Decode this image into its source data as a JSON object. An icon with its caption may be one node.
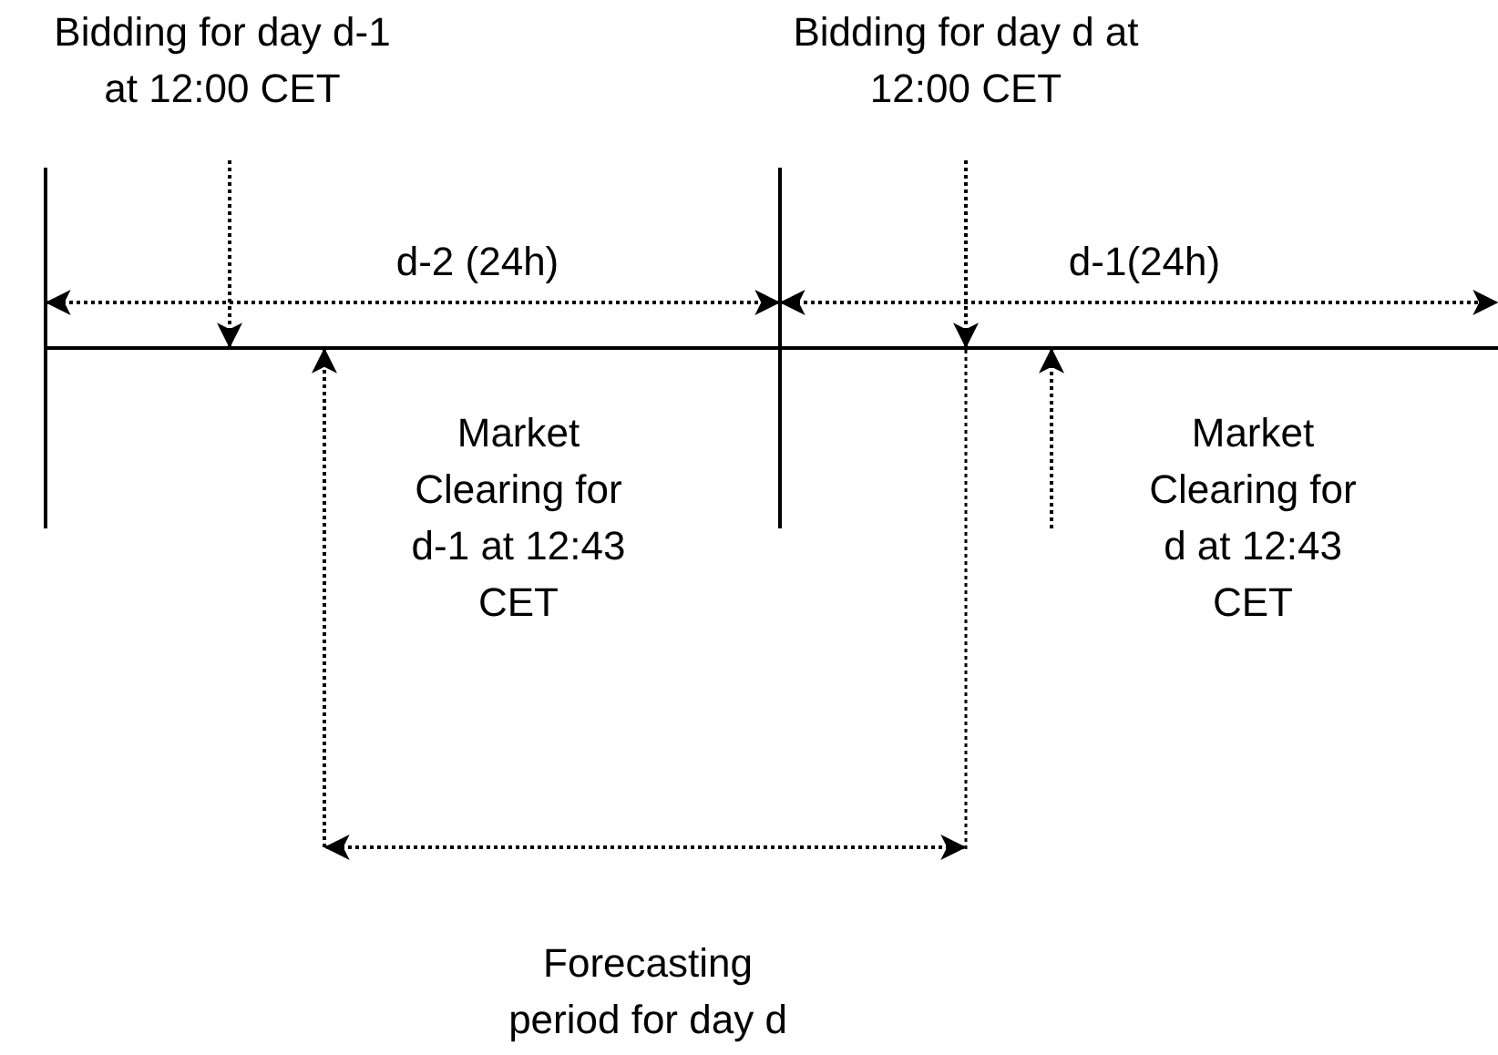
{
  "diagram": {
    "nodes": [
      {
        "text": [
          "Bidding for day d-1 at 12:00 CET"
        ]
      },
      {
        "text": [
          "Bidding for day d at 12:00 CET"
        ]
      },
      {
        "text": [],
        "shape": "bar"
      },
      {
        "text": [
          "Market Clearing for d-1 at 12:43 CET"
        ]
      },
      {
        "text": [
          "Market Clearing for d at 12:43 CET"
        ]
      }
    ],
    "edges": [
      {
        "from": 0,
        "to": 2,
        "arrow": "to",
        "style": "dashed"
      },
      {
        "from": 1,
        "to": 2,
        "arrow": "to",
        "style": "dashed"
      },
      {
        "from": null,
        "to": 2,
        "arrow": "to",
        "style": "dashed"
      },
      {
        "from": null,
        "to": 2,
        "arrow": "to",
        "style": "dashed"
      }
    ],
    "labels": [
      "d-2 (24h)",
      "d-1(24h)",
      "Forecasting period for day d"
    ]
  }
}
